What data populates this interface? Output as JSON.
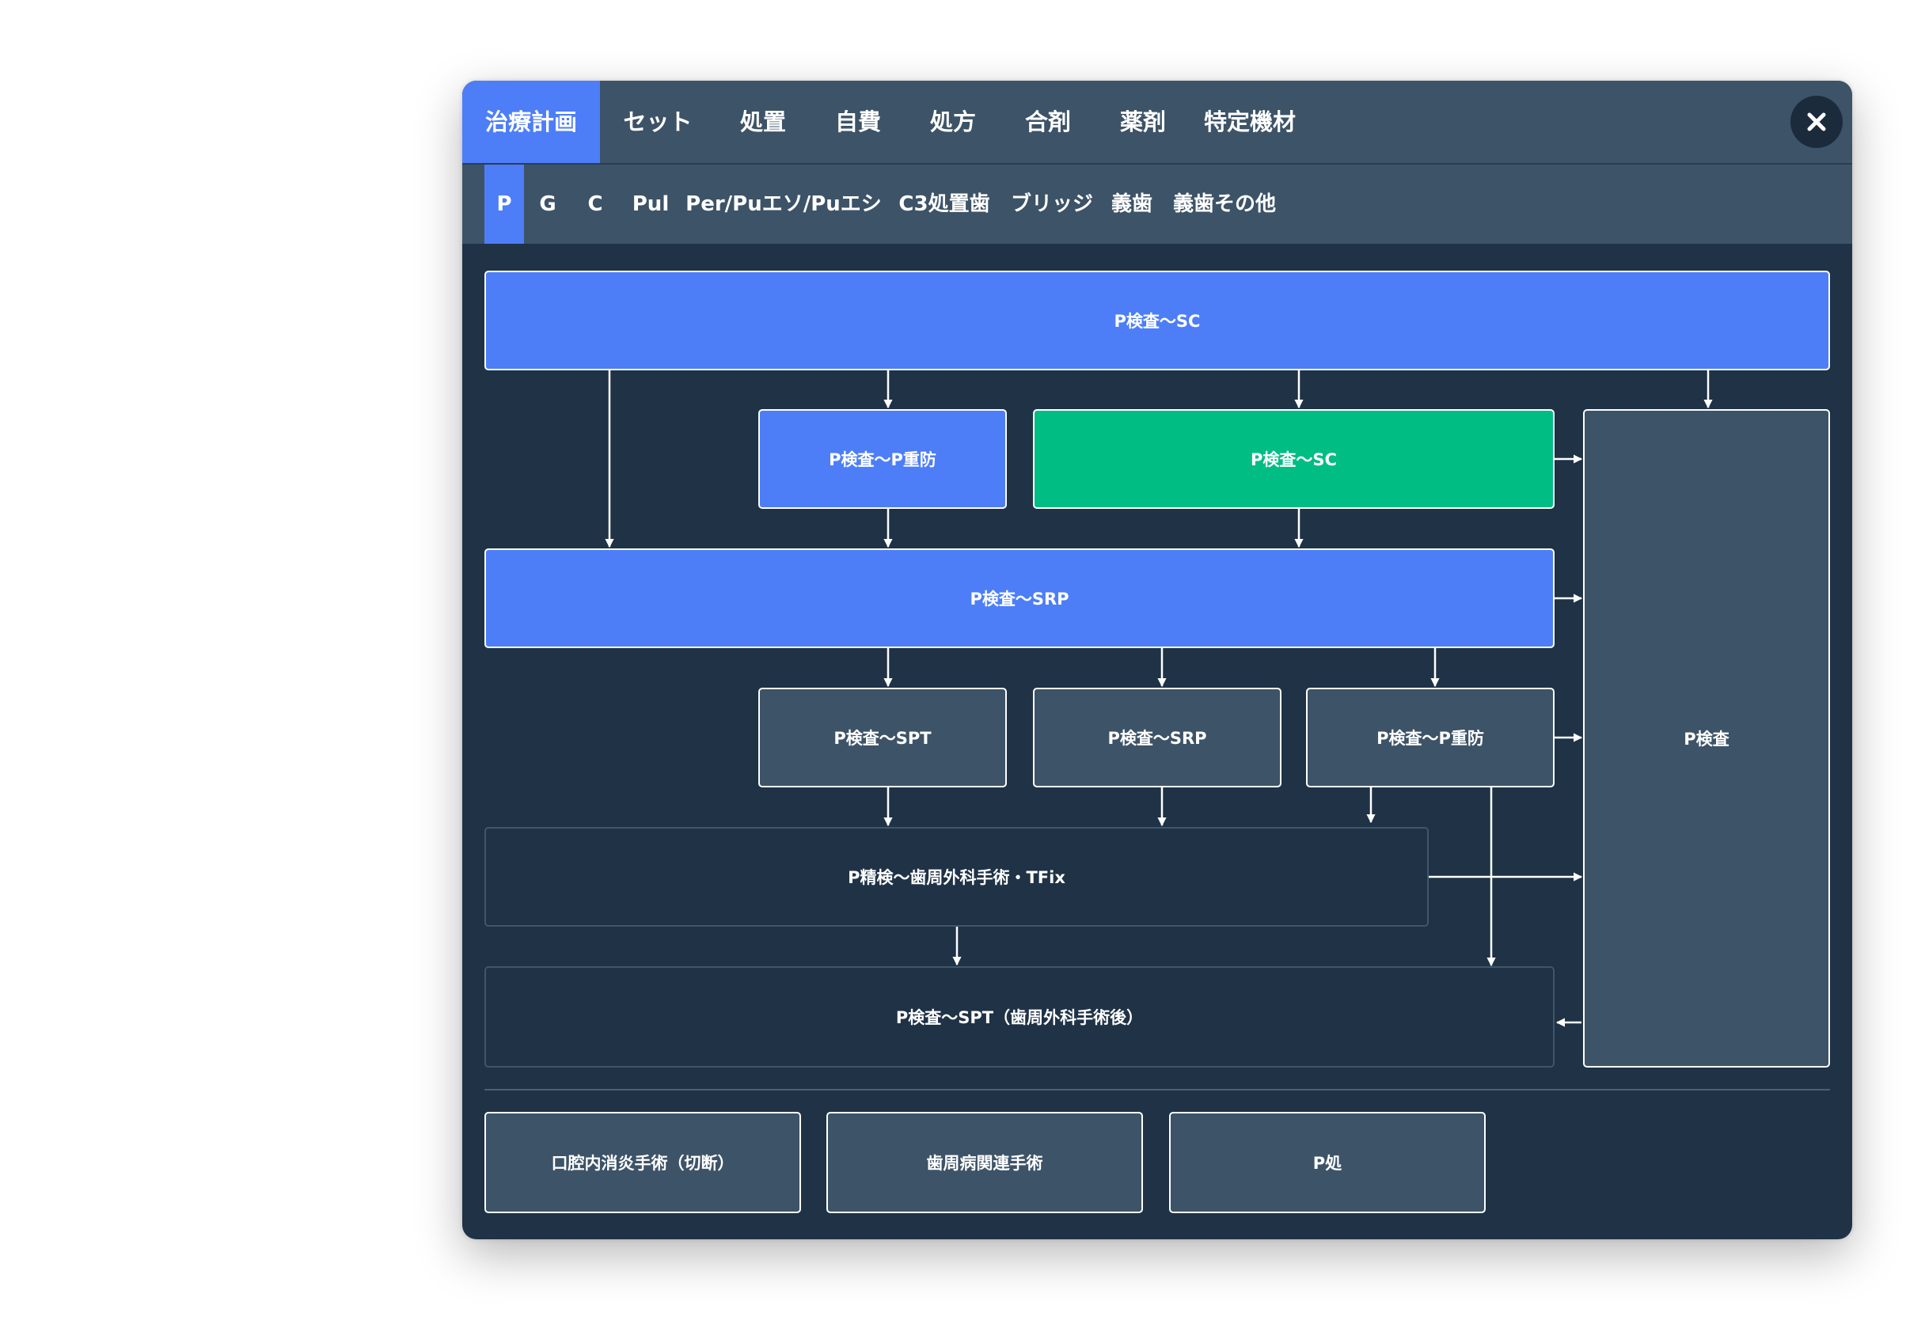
{
  "tabs": [
    {
      "label": "治療計画",
      "active": true
    },
    {
      "label": "セット",
      "active": false
    },
    {
      "label": "処置",
      "active": false
    },
    {
      "label": "自費",
      "active": false
    },
    {
      "label": "処方",
      "active": false
    },
    {
      "label": "合剤",
      "active": false
    },
    {
      "label": "薬剤",
      "active": false
    },
    {
      "label": "特定機材",
      "active": false
    }
  ],
  "subtabs": [
    {
      "label": "P",
      "active": true
    },
    {
      "label": "G",
      "active": false
    },
    {
      "label": "C",
      "active": false
    },
    {
      "label": "Pul",
      "active": false
    },
    {
      "label": "Per/Puエソ/Puエシ",
      "active": false
    },
    {
      "label": "C3処置歯",
      "active": false
    },
    {
      "label": "ブリッジ",
      "active": false
    },
    {
      "label": "義歯",
      "active": false
    },
    {
      "label": "義歯その他",
      "active": false
    }
  ],
  "flow": {
    "top": "P検査〜SC",
    "p_jubo_1": "P検査〜P重防",
    "sc_selected": "P検査〜SC",
    "srp_main": "P検査〜SRP",
    "p_kensa": "P検査",
    "spt": "P検査〜SPT",
    "srp_sub": "P検査〜SRP",
    "p_jubo_2": "P検査〜P重防",
    "seiken": "P精検〜歯周外科手術・TFix",
    "spt_after": "P検査〜SPT（歯周外科手術後）"
  },
  "extra": {
    "oral": "口腔内消炎手術（切断）",
    "perio": "歯周病関連手術",
    "psho": "P処"
  },
  "colors": {
    "accent": "#4d7ef8",
    "selected": "#00bd84",
    "panel": "#1f3246",
    "node": "#3d5367"
  },
  "icons": {
    "close": "close-icon"
  }
}
